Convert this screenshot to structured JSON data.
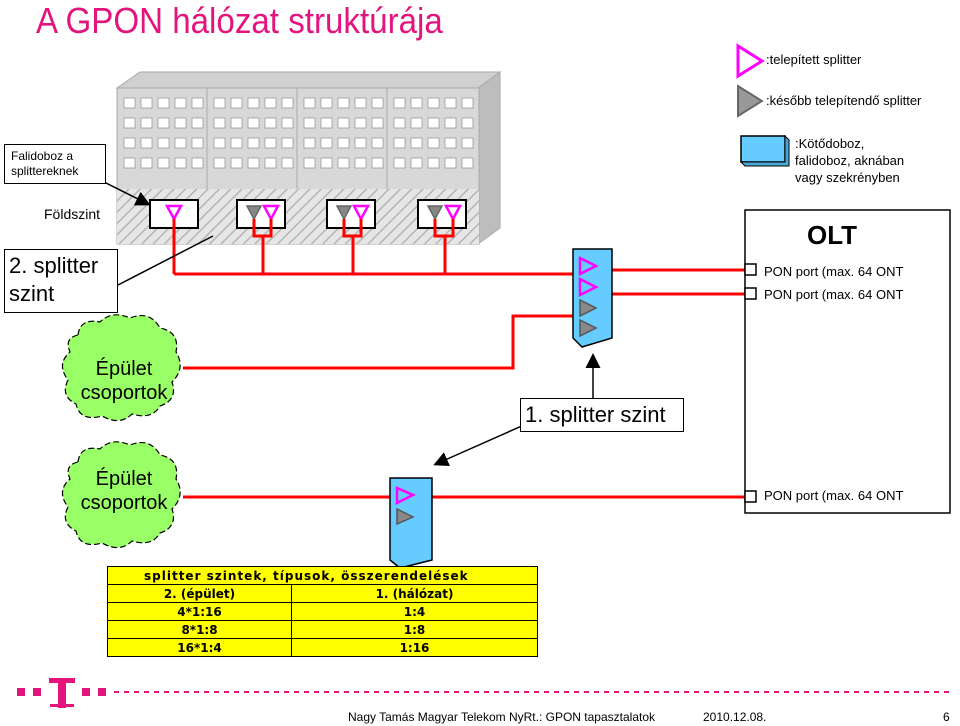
{
  "title": "A GPON hálózat struktúrája",
  "legend": {
    "installed_splitter": ":telepített splitter",
    "later_splitter": ":később telepítendő splitter",
    "junction_box": [
      ":Kötődoboz,",
      "falidoboz, aknában",
      "vagy szekrényben"
    ]
  },
  "labels": {
    "falidoboz": [
      "Falidoboz a",
      "splittereknek"
    ],
    "foldszint": "Földszint",
    "splitter_level_2": [
      "2. splitter",
      "szint"
    ],
    "building_groups": [
      "Épület",
      "csoportok"
    ],
    "splitter_level_1": "1. splitter szint"
  },
  "olt": {
    "title": "OLT",
    "ports": [
      "PON port (max. 64 ONT",
      "PON port (max. 64 ONT",
      "PON port (max. 64 ONT"
    ]
  },
  "table": {
    "header": "splitter szintek, típusok, összerendelések",
    "columns": [
      "2. (épület)",
      "1. (hálózat)"
    ],
    "rows": [
      [
        "4*1:16",
        "1:4"
      ],
      [
        "8*1:8",
        "1:8"
      ],
      [
        "16*1:4",
        "1:16"
      ]
    ]
  },
  "footer": {
    "author": "Nagy Tamás Magyar Telekom NyRt.: GPON tapasztalatok",
    "date": "2010.12.08.",
    "page": "6"
  },
  "colors": {
    "brand": "#e4147d",
    "line": "#ff0000",
    "box_blue": "#66ccff",
    "table_bg": "#ffff00",
    "cloud": "#99ff66"
  },
  "icons": {
    "installed": "magenta-triangle-icon",
    "later": "gray-triangle-icon",
    "box": "blue-box-icon",
    "logo": "telekom-t-logo"
  }
}
